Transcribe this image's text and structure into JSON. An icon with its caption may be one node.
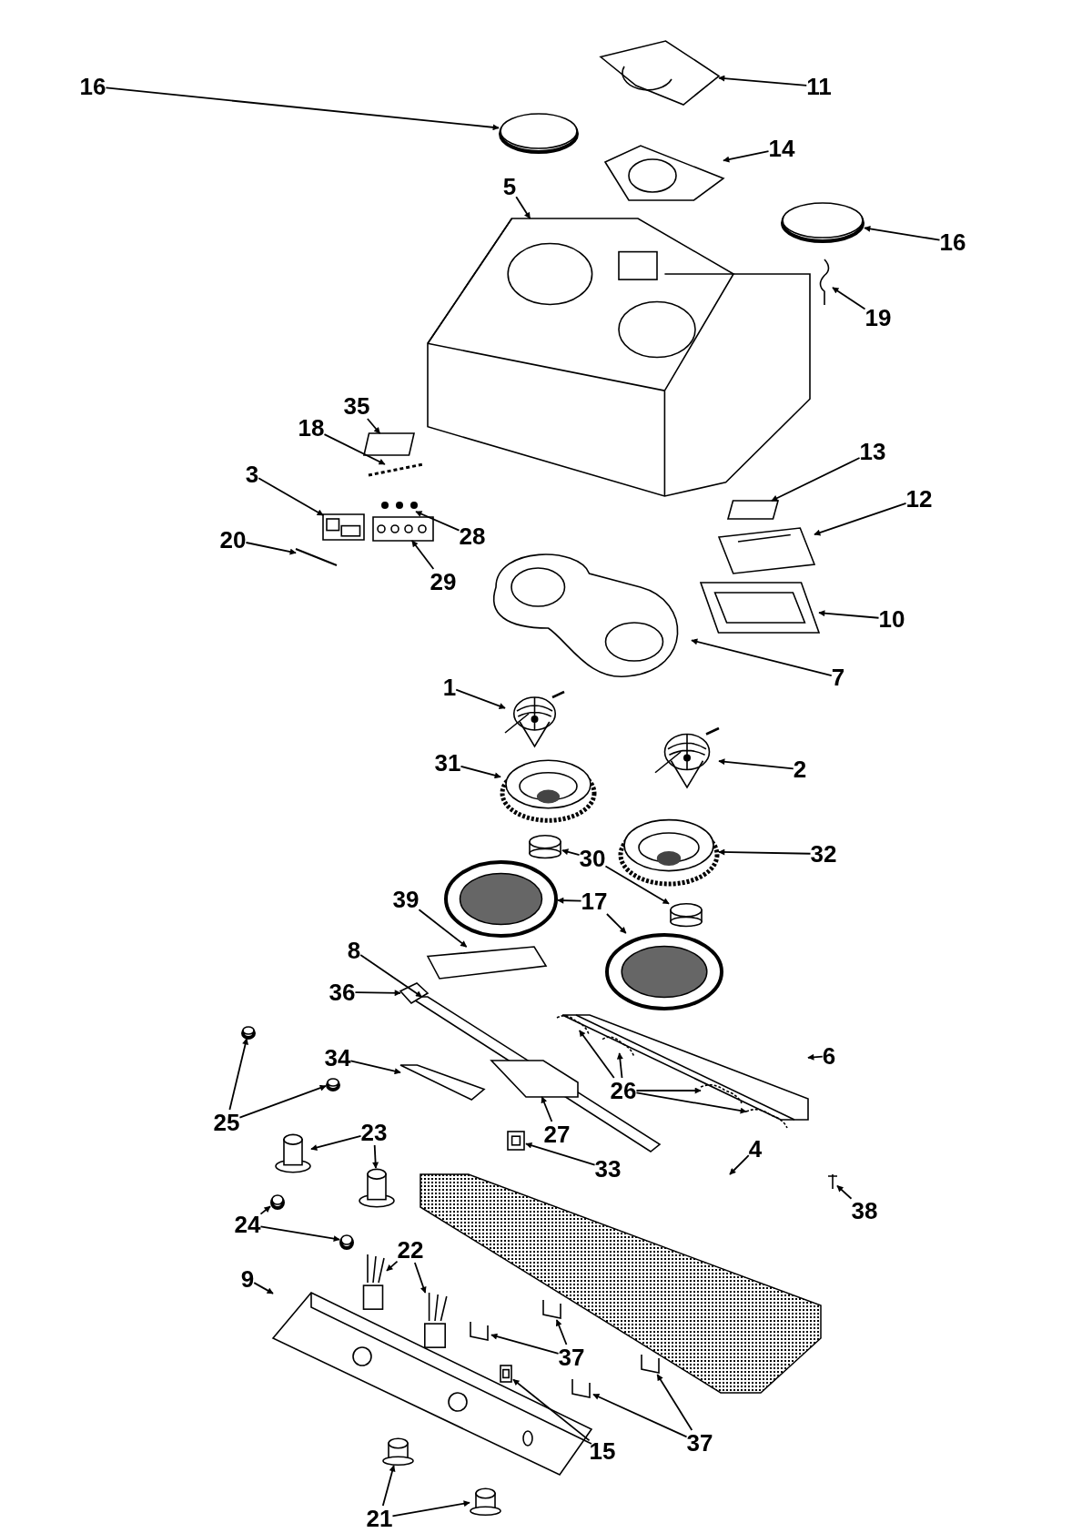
{
  "diagram": {
    "nodes": [
      {
        "text": [
          "16"
        ]
      },
      {
        "text": [],
        "shape": "circle"
      },
      {
        "text": [
          "11"
        ]
      },
      {
        "text": [],
        "shape": "picture"
      },
      {
        "text": [
          "14"
        ]
      },
      {
        "text": [],
        "shape": "picture"
      },
      {
        "text": [
          "5"
        ]
      },
      {
        "text": [],
        "shape": "picture"
      },
      {
        "text": [
          "16"
        ]
      },
      {
        "text": [],
        "shape": "circle"
      },
      {
        "text": [
          "19"
        ]
      },
      {
        "text": [],
        "shape": "picture"
      },
      {
        "text": [
          "35"
        ]
      },
      {
        "text": [],
        "shape": "box"
      },
      {
        "text": [
          "18"
        ]
      },
      {
        "text": [],
        "shape": "picture"
      },
      {
        "text": [
          "13"
        ]
      },
      {
        "text": [],
        "shape": "box"
      },
      {
        "text": [
          "3"
        ]
      },
      {
        "text": [],
        "shape": "picture"
      },
      {
        "text": [
          "12"
        ]
      },
      {
        "text": [],
        "shape": "picture"
      },
      {
        "text": [
          "28"
        ]
      },
      {
        "text": [],
        "shape": "picture"
      },
      {
        "text": [
          "20"
        ]
      },
      {
        "text": [],
        "shape": "picture"
      },
      {
        "text": [
          "29"
        ]
      },
      {
        "text": [],
        "shape": "picture"
      },
      {
        "text": [
          "10"
        ]
      },
      {
        "text": [],
        "shape": "picture"
      },
      {
        "text": [
          "7"
        ]
      },
      {
        "text": [],
        "shape": "picture"
      },
      {
        "text": [
          "1"
        ]
      },
      {
        "text": [],
        "shape": "picture"
      },
      {
        "text": [
          "31"
        ]
      },
      {
        "text": [],
        "shape": "picture"
      },
      {
        "text": [
          "2"
        ]
      },
      {
        "text": [],
        "shape": "picture"
      },
      {
        "text": [
          "30"
        ]
      },
      {
        "text": [],
        "shape": "cylinder"
      },
      {
        "text": [],
        "shape": "cylinder"
      },
      {
        "text": [
          "32"
        ]
      },
      {
        "text": [],
        "shape": "picture"
      },
      {
        "text": [
          "39"
        ]
      },
      {
        "text": [],
        "shape": "picture"
      },
      {
        "text": [
          "17"
        ]
      },
      {
        "text": [],
        "shape": "picture"
      },
      {
        "text": [],
        "shape": "picture"
      },
      {
        "text": [
          "8"
        ]
      },
      {
        "text": [],
        "shape": "picture"
      },
      {
        "text": [
          "36"
        ]
      },
      {
        "text": [],
        "shape": "picture"
      },
      {
        "text": [
          "6"
        ]
      },
      {
        "text": [],
        "shape": "picture"
      },
      {
        "text": [
          "34"
        ]
      },
      {
        "text": [],
        "shape": "picture"
      },
      {
        "text": [
          "26"
        ]
      },
      {
        "text": [],
        "shape": "picture"
      },
      {
        "text": [],
        "shape": "picture"
      },
      {
        "text": [],
        "shape": "picture"
      },
      {
        "text": [],
        "shape": "picture"
      },
      {
        "text": [
          "25"
        ]
      },
      {
        "text": [],
        "shape": "circle"
      },
      {
        "text": [],
        "shape": "circle"
      },
      {
        "text": [
          "27"
        ]
      },
      {
        "text": [],
        "shape": "picture"
      },
      {
        "text": [
          "23"
        ]
      },
      {
        "text": [],
        "shape": "picture"
      },
      {
        "text": [],
        "shape": "picture"
      },
      {
        "text": [
          "33"
        ]
      },
      {
        "text": [],
        "shape": "picture"
      },
      {
        "text": [
          "38"
        ]
      },
      {
        "text": [],
        "shape": "picture"
      },
      {
        "text": [
          "4"
        ]
      },
      {
        "text": [],
        "shape": "picture"
      },
      {
        "text": [
          "24"
        ]
      },
      {
        "text": [],
        "shape": "circle"
      },
      {
        "text": [],
        "shape": "circle"
      },
      {
        "text": [
          "22"
        ]
      },
      {
        "text": [],
        "shape": "picture"
      },
      {
        "text": [],
        "shape": "picture"
      },
      {
        "text": [
          "9"
        ]
      },
      {
        "text": [],
        "shape": "picture"
      },
      {
        "text": [
          "37"
        ]
      },
      {
        "text": [],
        "shape": "picture"
      },
      {
        "text": [],
        "shape": "picture"
      },
      {
        "text": [
          "15"
        ]
      },
      {
        "text": [],
        "shape": "picture"
      },
      {
        "text": [
          "37"
        ]
      },
      {
        "text": [],
        "shape": "picture"
      },
      {
        "text": [],
        "shape": "picture"
      },
      {
        "text": [
          "21"
        ]
      },
      {
        "text": [],
        "shape": "picture"
      },
      {
        "text": [],
        "shape": "picture"
      }
    ],
    "edges": [
      {
        "from": 0,
        "to": 1,
        "arrow": "to"
      },
      {
        "from": 2,
        "to": 3,
        "arrow": "to"
      },
      {
        "from": 4,
        "to": 5,
        "arrow": "to"
      },
      {
        "from": 6,
        "to": 7,
        "arrow": "to"
      },
      {
        "from": 8,
        "to": 9,
        "arrow": "to"
      },
      {
        "from": 10,
        "to": 11,
        "arrow": "to"
      },
      {
        "from": 12,
        "to": 13,
        "arrow": "to"
      },
      {
        "from": 14,
        "to": 15,
        "arrow": "to"
      },
      {
        "from": 16,
        "to": 17,
        "arrow": "to"
      },
      {
        "from": 18,
        "to": 19,
        "arrow": "to"
      },
      {
        "from": 20,
        "to": 21,
        "arrow": "to"
      },
      {
        "from": 22,
        "to": 23,
        "arrow": "to"
      },
      {
        "from": 24,
        "to": 25,
        "arrow": "to"
      },
      {
        "from": 26,
        "to": 27,
        "arrow": "to"
      },
      {
        "from": 28,
        "to": 29,
        "arrow": "to"
      },
      {
        "from": 30,
        "to": 31,
        "arrow": "to"
      },
      {
        "from": 32,
        "to": 33,
        "arrow": "to"
      },
      {
        "from": 34,
        "to": 35,
        "arrow": "to"
      },
      {
        "from": 36,
        "to": 37,
        "arrow": "to"
      },
      {
        "from": 38,
        "to": 39,
        "arrow": "to"
      },
      {
        "from": 38,
        "to": 40,
        "arrow": "to"
      },
      {
        "from": 41,
        "to": 42,
        "arrow": "to"
      },
      {
        "from": 43,
        "to": 44,
        "arrow": "to"
      },
      {
        "from": 45,
        "to": 46,
        "arrow": "to"
      },
      {
        "from": 45,
        "to": 47,
        "arrow": "to"
      },
      {
        "from": 48,
        "to": 49,
        "arrow": "to"
      },
      {
        "from": 50,
        "to": 51,
        "arrow": "to"
      },
      {
        "from": 52,
        "to": 53,
        "arrow": "to"
      },
      {
        "from": 54,
        "to": 55,
        "arrow": "to"
      },
      {
        "from": 56,
        "to": 57,
        "arrow": "to"
      },
      {
        "from": 56,
        "to": 58,
        "arrow": "to"
      },
      {
        "from": 56,
        "to": 59,
        "arrow": "to"
      },
      {
        "from": 56,
        "to": 60,
        "arrow": "to"
      },
      {
        "from": 61,
        "to": 62,
        "arrow": "to"
      },
      {
        "from": 61,
        "to": 63,
        "arrow": "to"
      },
      {
        "from": 64,
        "to": 65,
        "arrow": "to"
      },
      {
        "from": 66,
        "to": 67,
        "arrow": "to"
      },
      {
        "from": 66,
        "to": 68,
        "arrow": "to"
      },
      {
        "from": 69,
        "to": 70,
        "arrow": "to"
      },
      {
        "from": 71,
        "to": 72,
        "arrow": "to"
      },
      {
        "from": 73,
        "to": 74,
        "arrow": "to"
      },
      {
        "from": 75,
        "to": 76,
        "arrow": "to"
      },
      {
        "from": 75,
        "to": 77,
        "arrow": "to"
      },
      {
        "from": 78,
        "to": 79,
        "arrow": "to"
      },
      {
        "from": 78,
        "to": 80,
        "arrow": "to"
      },
      {
        "from": 81,
        "to": 82,
        "arrow": "to"
      },
      {
        "from": 83,
        "to": 84,
        "arrow": "to"
      },
      {
        "from": 83,
        "to": 85,
        "arrow": "to"
      },
      {
        "from": 86,
        "to": 87,
        "arrow": "to"
      },
      {
        "from": 88,
        "to": 89,
        "arrow": "to"
      },
      {
        "from": 88,
        "to": 90,
        "arrow": "to"
      },
      {
        "from": 91,
        "to": 92,
        "arrow": "to"
      },
      {
        "from": 91,
        "to": 93,
        "arrow": "to"
      }
    ]
  }
}
